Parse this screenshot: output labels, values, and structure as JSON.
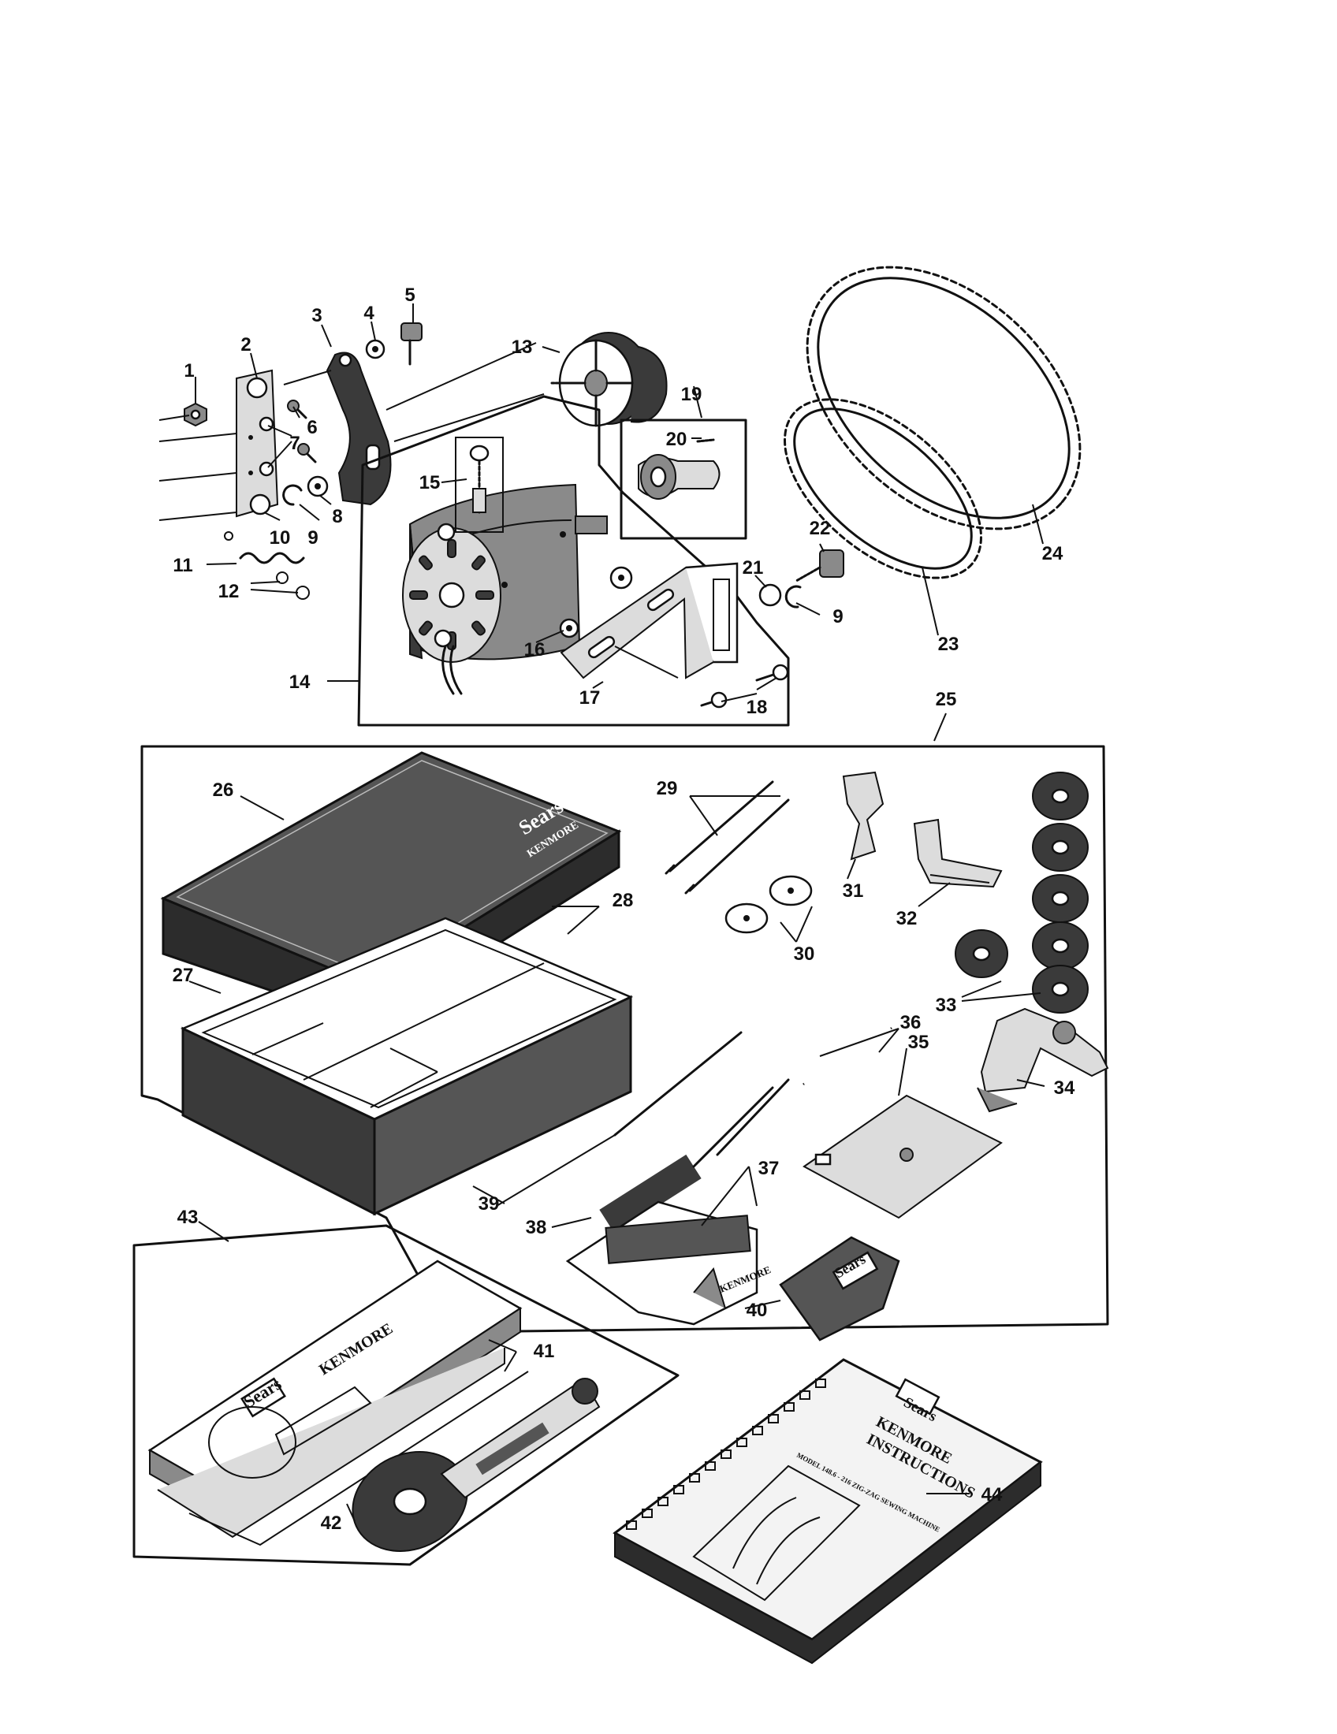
{
  "brand_text": {
    "sears": "Sears",
    "kenmore": "KENMORE",
    "instructions": "INSTRUCTIONS",
    "model_line": "MODEL 148.6 - 216 ZIG-ZAG SEWING MACHINE"
  },
  "callouts": [
    "1",
    "2",
    "3",
    "4",
    "5",
    "6",
    "7",
    "8",
    "9",
    "10",
    "11",
    "12",
    "13",
    "14",
    "15",
    "16",
    "17",
    "18",
    "19",
    "20",
    "21",
    "22",
    "23",
    "24",
    "25",
    "26",
    "27",
    "28",
    "29",
    "30",
    "31",
    "32",
    "33",
    "34",
    "35",
    "36",
    "37",
    "38",
    "39",
    "40",
    "41",
    "42",
    "43",
    "44"
  ],
  "extra_labels": {
    "nine_b": "9"
  },
  "colors": {
    "ink": "#111111",
    "paper": "#ffffff"
  }
}
